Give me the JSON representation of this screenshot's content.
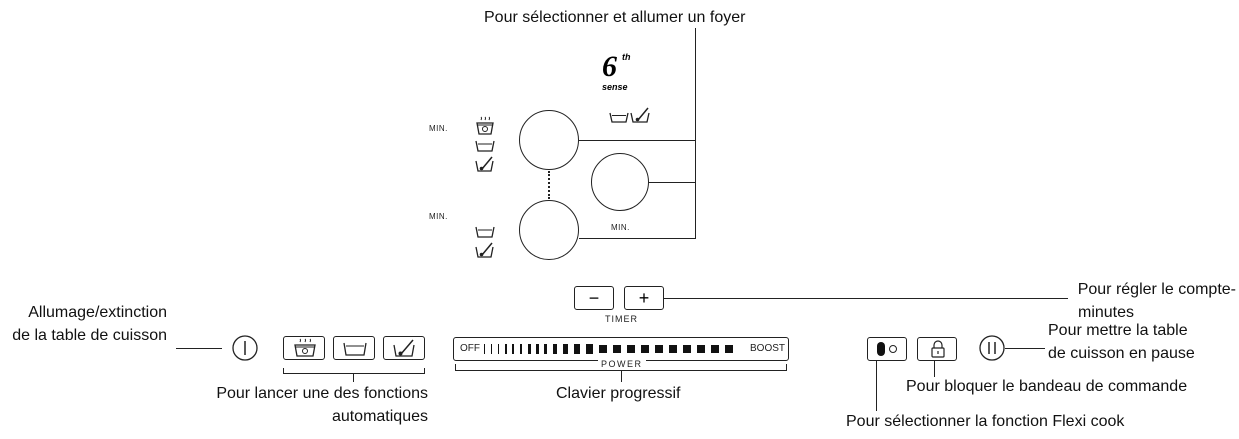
{
  "callouts": {
    "select_zone": "Pour sélectionner et allumer un foyer",
    "timer_line1": "Pour régler le compte-",
    "timer_line2": "minutes",
    "power_line1": "Allumage/extinction",
    "power_line2": "de la table de cuisson",
    "pause_line1": "Pour mettre la table",
    "pause_line2": "de cuisson en pause",
    "auto_line1": "Pour lancer une des fonctions",
    "auto_line2": "automatiques",
    "slider": "Clavier progressif",
    "lock": "Pour bloquer le bandeau de commande",
    "flexi": "Pour sélectionner la fonction Flexi cook"
  },
  "panel": {
    "min_label": "MIN.",
    "sixth_sense_number": "6",
    "sixth_sense_suffix": "th",
    "sixth_sense_word": "sense",
    "timer_minus": "−",
    "timer_plus": "+",
    "timer_label": "TIMER",
    "slider_off": "OFF",
    "slider_boost": "BOOST",
    "slider_label": "POWER"
  }
}
